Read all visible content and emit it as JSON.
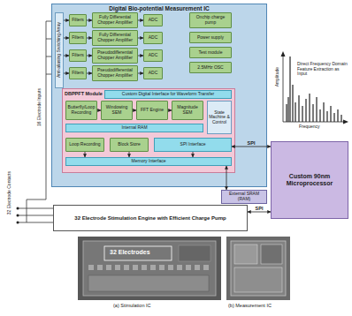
{
  "diagram": {
    "nodes": [
      {
        "text": [
          "Digital Bio-potential Measurement IC"
        ]
      },
      {
        "text": [
          "Anti-aliasing Switching Array"
        ],
        "in": 0
      },
      {
        "text": [
          "Filters"
        ],
        "in": 0
      },
      {
        "text": [
          "Filters"
        ],
        "in": 0
      },
      {
        "text": [
          "Filters"
        ],
        "in": 0
      },
      {
        "text": [
          "Filters"
        ],
        "in": 0
      },
      {
        "text": [
          "Fully Differential Chopper Amplifier"
        ],
        "in": 0
      },
      {
        "text": [
          "Fully Differential Chopper Amplifier"
        ],
        "in": 0
      },
      {
        "text": [
          "Pseudodifferential Chopper Amplifier"
        ],
        "in": 0
      },
      {
        "text": [
          "Pseudodifferential Chopper Amplifier"
        ],
        "in": 0
      },
      {
        "text": [
          "ADC"
        ],
        "in": 0
      },
      {
        "text": [
          "ADC"
        ],
        "in": 0
      },
      {
        "text": [
          "ADC"
        ],
        "in": 0
      },
      {
        "text": [
          "ADC"
        ],
        "in": 0
      },
      {
        "text": [
          "Onchip charge pump"
        ],
        "in": 0
      },
      {
        "text": [
          "Power supply"
        ],
        "in": 0
      },
      {
        "text": [
          "Test module"
        ],
        "in": 0
      },
      {
        "text": [
          "2.5MHz OSC"
        ],
        "in": 0
      },
      {
        "text": [
          "DBPPFT Module"
        ],
        "in": 0
      },
      {
        "text": [
          "Custom Digital Interface for Waveform Transfer"
        ],
        "in": 18
      },
      {
        "text": [
          "Butterfly/Loop Recording"
        ],
        "in": 18
      },
      {
        "text": [
          "Windowing SEM"
        ],
        "in": 18
      },
      {
        "text": [
          "FFT Engine"
        ],
        "in": 18
      },
      {
        "text": [
          "Magnitude SEM"
        ],
        "in": 18
      },
      {
        "text": [
          "Internal RAM"
        ],
        "in": 18
      },
      {
        "text": [
          "State Machine & Control"
        ],
        "in": 18
      },
      {
        "text": [
          "Loop Recording"
        ],
        "in": 18
      },
      {
        "text": [
          "Block Store"
        ],
        "in": 18
      },
      {
        "text": [
          "SPI Interface"
        ],
        "in": 18
      },
      {
        "text": [
          "Memory Interface"
        ],
        "in": 18
      },
      {
        "text": [
          "External SRAM (RAM)"
        ]
      },
      {
        "text": [
          "Custom 90nm Microprocessor"
        ]
      },
      {
        "text": [
          "32 Electrode Stimulation Engine with Efficient Charge Pump"
        ]
      }
    ],
    "edges": [
      {
        "from": 1,
        "to": 2,
        "arrow": "to"
      },
      {
        "from": 1,
        "to": 3,
        "arrow": "to"
      },
      {
        "from": 1,
        "to": 4,
        "arrow": "to"
      },
      {
        "from": 1,
        "to": 5,
        "arrow": "to"
      },
      {
        "from": 2,
        "to": 6,
        "arrow": "to"
      },
      {
        "from": 3,
        "to": 7,
        "arrow": "to"
      },
      {
        "from": 4,
        "to": 8,
        "arrow": "to"
      },
      {
        "from": 5,
        "to": 9,
        "arrow": "to"
      },
      {
        "from": 6,
        "to": 10,
        "arrow": "to"
      },
      {
        "from": 7,
        "to": 11,
        "arrow": "to"
      },
      {
        "from": 8,
        "to": 12,
        "arrow": "to"
      },
      {
        "from": 9,
        "to": 13,
        "arrow": "to"
      },
      {
        "from": 20,
        "to": 21,
        "arrow": "to"
      },
      {
        "from": 21,
        "to": 22,
        "arrow": "to"
      },
      {
        "from": 22,
        "to": 23,
        "arrow": "to"
      },
      {
        "from": 26,
        "to": 29,
        "arrow": "to"
      },
      {
        "from": 27,
        "to": 29,
        "arrow": "to"
      },
      {
        "from": 28,
        "to": 29,
        "arrow": "to"
      },
      {
        "from": 28,
        "to": 31,
        "label": "SPI",
        "arrow": "both"
      },
      {
        "from": 29,
        "to": 30,
        "arrow": "both"
      },
      {
        "from": 32,
        "to": 31,
        "label": "SPI",
        "arrow": "both"
      }
    ],
    "labels": [
      "16 Electrode Inputs",
      "32 Electrode Contacts",
      "Amplitude",
      "Frequency",
      "Direct Frequency Domain Feature Extraction as Input",
      "32 Electrodes",
      "(a) Stimulation IC",
      "(b) Measurement IC"
    ]
  }
}
